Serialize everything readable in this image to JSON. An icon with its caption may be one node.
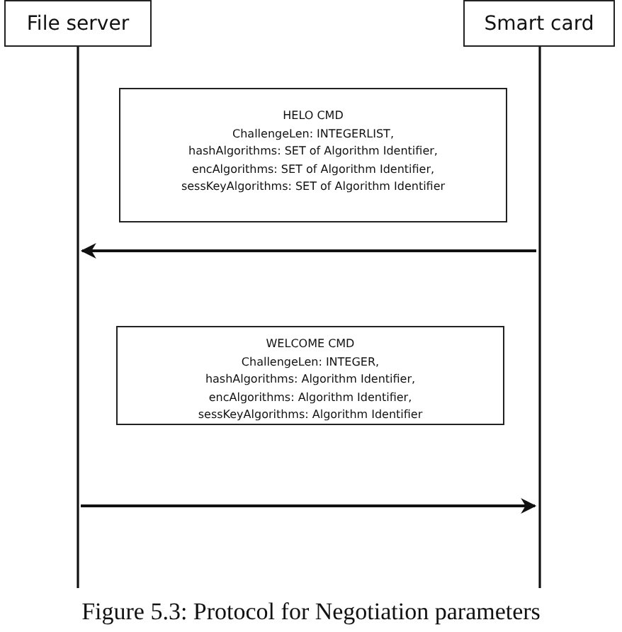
{
  "diagram": {
    "caption": "Figure 5.3: Protocol for Negotiation parameters",
    "nodes": [
      {
        "text": [
          "File server"
        ]
      },
      {
        "text": [
          "Smart card"
        ]
      },
      {
        "text": [
          "HELO CMD",
          "ChallengeLen: INTEGERLIST,",
          "hashAlgorithms: SET of Algorithm Identifier,",
          "encAlgorithms: SET of Algorithm Identifier,",
          "sessKeyAlgorithms: SET of Algorithm Identifier"
        ]
      },
      {
        "text": [
          "WELCOME CMD",
          "ChallengeLen: INTEGER,",
          "hashAlgorithms: Algorithm Identifier,",
          "encAlgorithms: Algorithm Identifier,",
          "sessKeyAlgorithms: Algorithm Identifier"
        ]
      }
    ],
    "edges": [
      {
        "from": 1,
        "to": 0,
        "arrow": "to"
      },
      {
        "from": 0,
        "to": 1,
        "arrow": "to"
      }
    ]
  }
}
